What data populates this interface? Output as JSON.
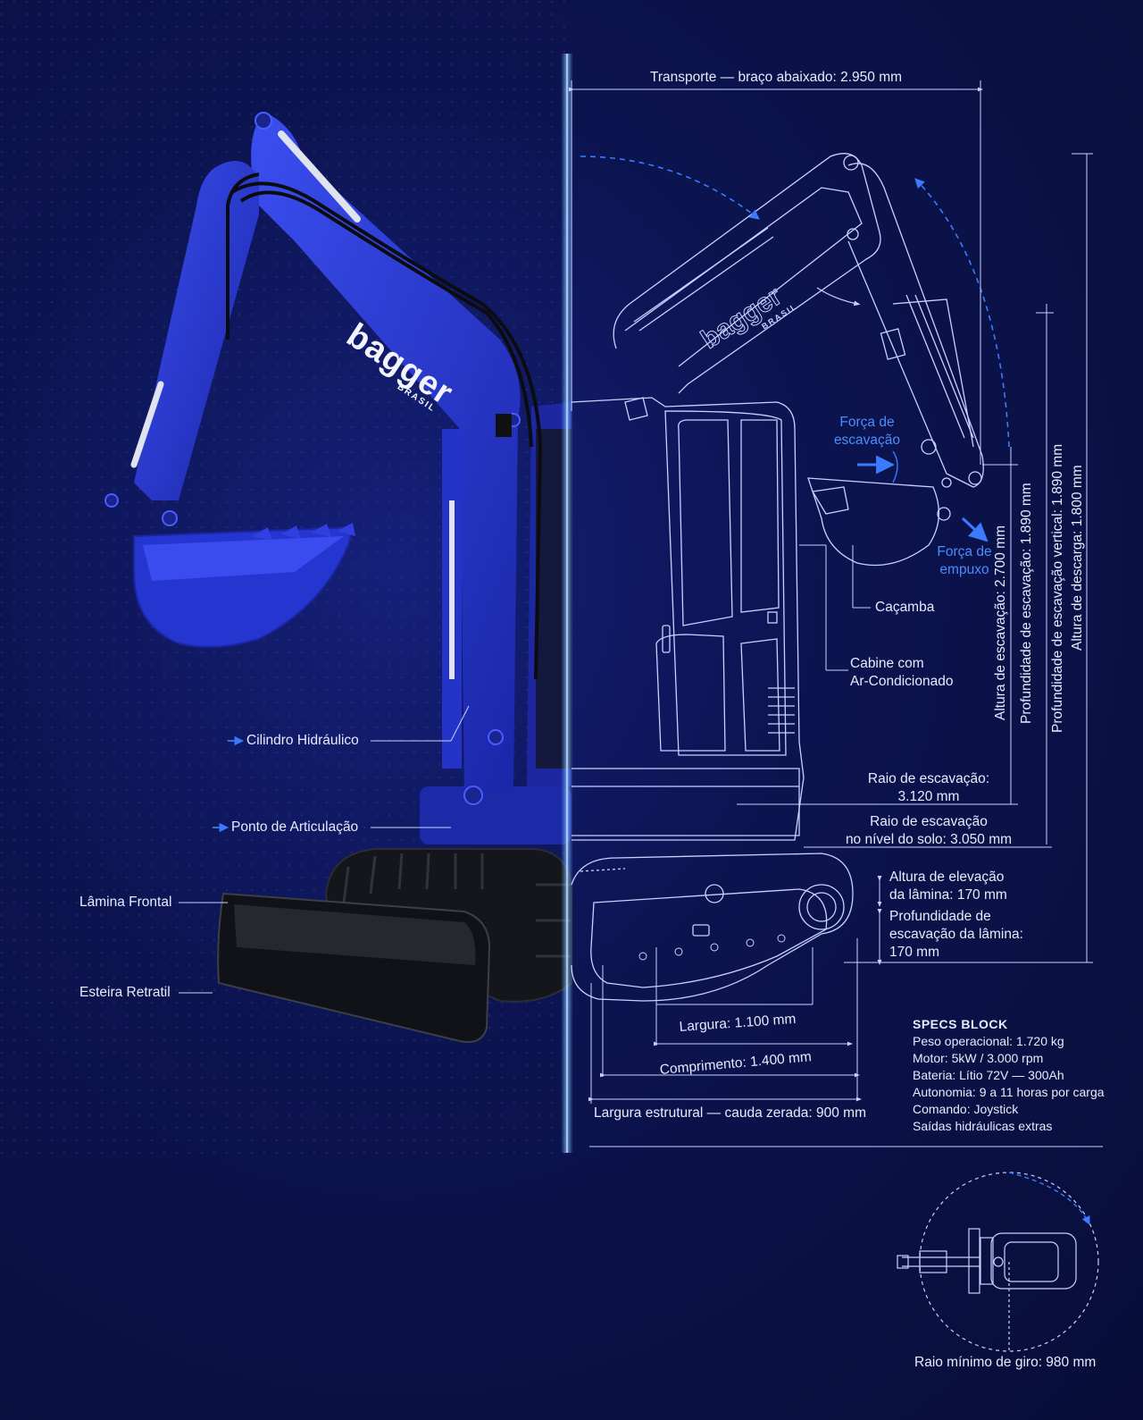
{
  "brand": {
    "logo_text": "bagger",
    "logo_sub": "BRASIL"
  },
  "colors": {
    "background": "#0b1140",
    "machine_blue": "#2a3bd6",
    "blueprint_line": "#c8d2ff",
    "accent_arrow": "#3a7bff"
  },
  "labels": {
    "cilindro": "Cilindro Hidráulico",
    "articulacao": "Ponto de Articulação",
    "lamina": "Lâmina Frontal",
    "esteira": "Esteira Retratil",
    "transporte": "Transporte — braço abaixado: 2.950 mm",
    "forca_escavacao": [
      "Força de",
      "escavação"
    ],
    "forca_empuxo": [
      "Força de",
      "empuxo"
    ],
    "cacamba": "Caçamba",
    "cabine": [
      "Cabine com",
      "Ar-Condicionado"
    ],
    "raio_escavacao": [
      "Raio de escavação:",
      "3.120 mm"
    ],
    "raio_solo": [
      "Raio de escavação",
      "no nível do solo: 3.050 mm"
    ],
    "altura_elevacao": [
      "Altura de elevação",
      "da lâmina: 170 mm"
    ],
    "profundidade_lamina": [
      "Profundidade de",
      "escavação da lâmina:",
      "170 mm"
    ],
    "largura": "Largura: 1.100 mm",
    "comprimento": "Comprimento: 1.400 mm",
    "largura_estrutural": "Largura estrutural — cauda zerada: 900 mm",
    "altura_escavacao": "Altura de escavação: 2.700 mm",
    "profundidade_escavacao": "Profundidade de escavação: 1.890 mm",
    "profundidade_vertical": "Profundidade de escavação vertical: 1.890 mm",
    "altura_descarga": "Altura de descarga: 1.800 mm",
    "raio_giro": "Raio mínimo de giro: 980 mm"
  },
  "specs": {
    "title": "SPECS BLOCK",
    "items": [
      "Peso operacional: 1.720 kg",
      "Motor: 5kW / 3.000 rpm",
      "Bateria: Lítio 72V — 300Ah",
      "Autonomia: 9 a 11 horas por carga",
      "Comando: Joystick",
      "Saídas hidráulicas extras"
    ]
  }
}
